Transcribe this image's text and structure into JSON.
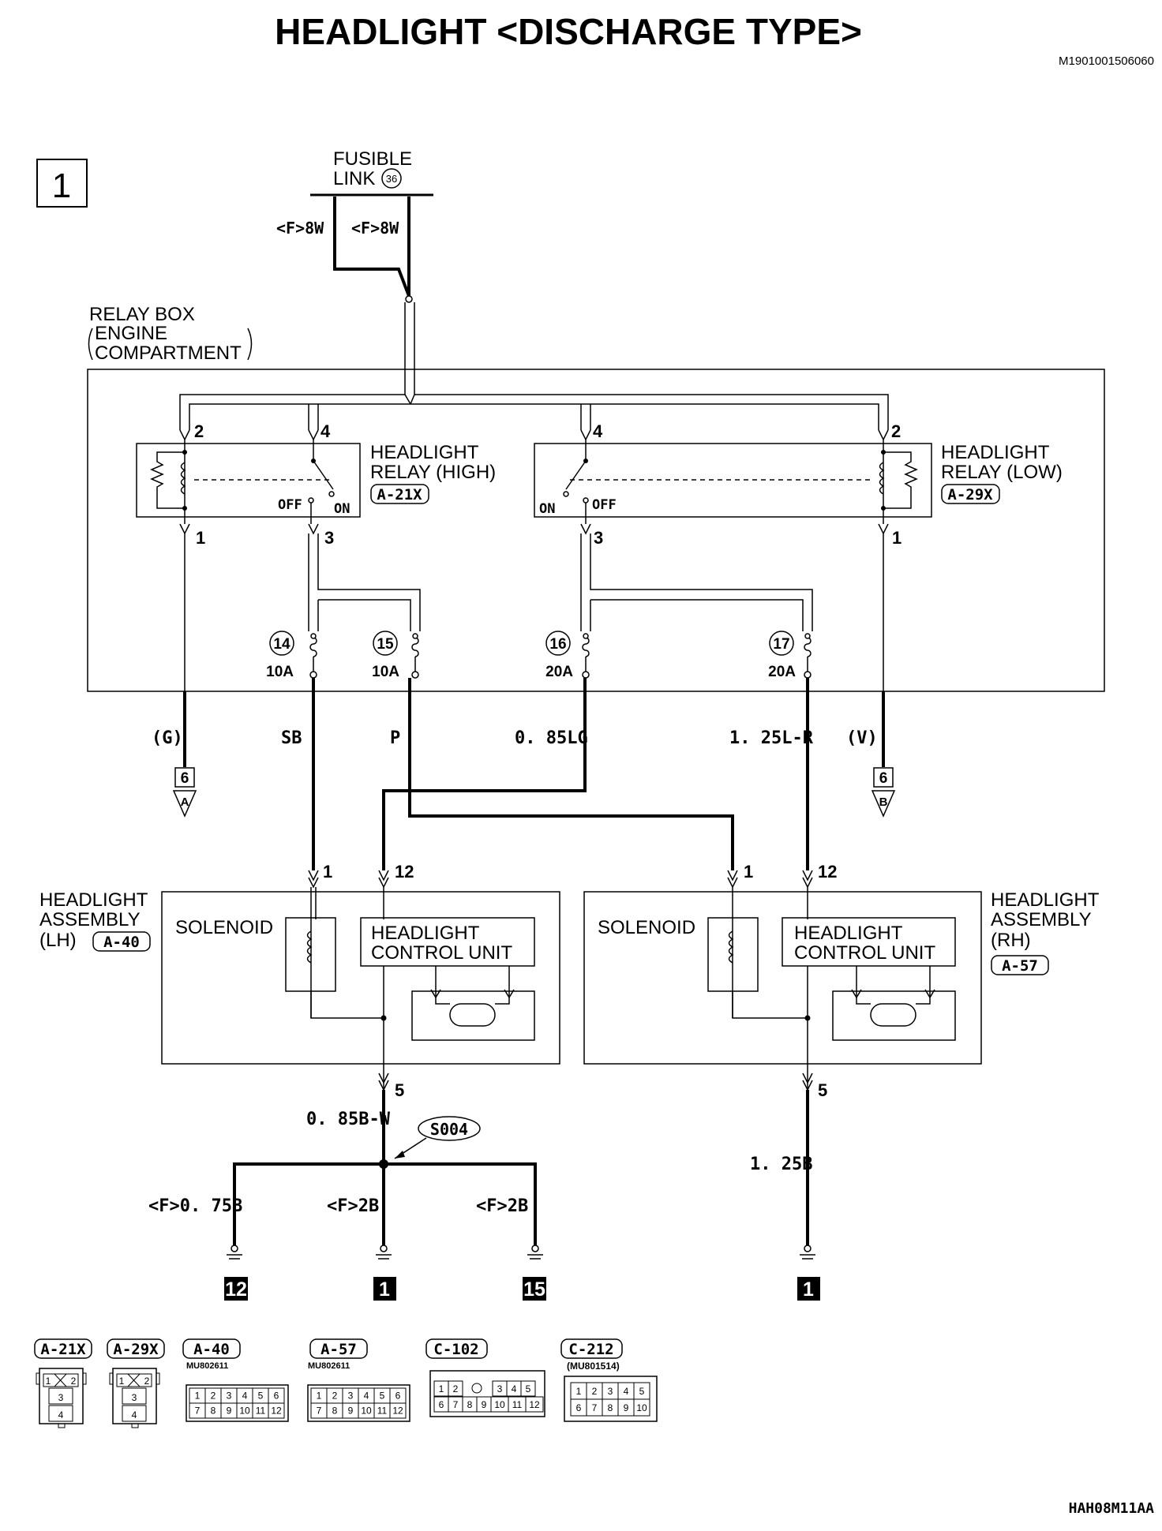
{
  "title": "HEADLIGHT <DISCHARGE TYPE>",
  "doc_id": "M1901001506060",
  "footer_code": "HAH08M11AA",
  "page_number": "1",
  "fusible_link": {
    "label_line1": "FUSIBLE",
    "label_line2": "LINK",
    "number": "36",
    "wire_left": "<F>8W",
    "wire_right": "<F>8W"
  },
  "relay_box": {
    "label_line1": "RELAY BOX",
    "label_line2": "ENGINE",
    "label_line3": "COMPARTMENT"
  },
  "relay_high": {
    "label_line1": "HEADLIGHT",
    "label_line2": "RELAY (HIGH)",
    "connector": "A-21X",
    "pin_2": "2",
    "pin_4": "4",
    "pin_1": "1",
    "pin_3": "3",
    "off": "OFF",
    "on": "ON"
  },
  "relay_low": {
    "label_line1": "HEADLIGHT",
    "label_line2": "RELAY (LOW)",
    "connector": "A-29X",
    "pin_2": "2",
    "pin_4": "4",
    "pin_1": "1",
    "pin_3": "3",
    "off": "OFF",
    "on": "ON"
  },
  "fuses": [
    {
      "number": "14",
      "rating": "10A"
    },
    {
      "number": "15",
      "rating": "10A"
    },
    {
      "number": "16",
      "rating": "20A"
    },
    {
      "number": "17",
      "rating": "20A"
    }
  ],
  "wires": {
    "g": "(G)",
    "sb": "SB",
    "p": "P",
    "lg": "0. 85LG",
    "lr": "1. 25L-R",
    "v": "(V)",
    "bw": "0. 85B-W",
    "b125": "1. 25B",
    "f075b": "<F>0. 75B",
    "f2b_1": "<F>2B",
    "f2b_2": "<F>2B"
  },
  "offpage": [
    {
      "num": "6",
      "letter": "A"
    },
    {
      "num": "6",
      "letter": "B"
    }
  ],
  "assembly_lh": {
    "label_line1": "HEADLIGHT",
    "label_line2": "ASSEMBLY",
    "label_line3": "(LH)",
    "connector": "A-40",
    "solenoid": "SOLENOID",
    "hcu_line1": "HEADLIGHT",
    "hcu_line2": "CONTROL UNIT",
    "pin_1": "1",
    "pin_12": "12",
    "pin_5": "5"
  },
  "assembly_rh": {
    "label_line1": "HEADLIGHT",
    "label_line2": "ASSEMBLY",
    "label_line3": "(RH)",
    "connector": "A-57",
    "solenoid": "SOLENOID",
    "hcu_line1": "HEADLIGHT",
    "hcu_line2": "CONTROL UNIT",
    "pin_1": "1",
    "pin_12": "12",
    "pin_5": "5"
  },
  "splice": "S004",
  "grounds": [
    "12",
    "1",
    "15",
    "1"
  ],
  "connectors": [
    {
      "id": "A-21X",
      "pins": [
        "1",
        "2",
        "3",
        "4"
      ]
    },
    {
      "id": "A-29X",
      "pins": [
        "1",
        "2",
        "3",
        "4"
      ]
    },
    {
      "id": "A-40",
      "part": "MU802611",
      "pins": [
        "1",
        "2",
        "3",
        "4",
        "5",
        "6",
        "7",
        "8",
        "9",
        "10",
        "11",
        "12"
      ]
    },
    {
      "id": "A-57",
      "part": "MU802611",
      "pins": [
        "1",
        "2",
        "3",
        "4",
        "5",
        "6",
        "7",
        "8",
        "9",
        "10",
        "11",
        "12"
      ]
    },
    {
      "id": "C-102",
      "pins": [
        "1",
        "2",
        "3",
        "4",
        "5",
        "6",
        "7",
        "8",
        "9",
        "10",
        "11",
        "12"
      ]
    },
    {
      "id": "C-212",
      "part": "(MU801514)",
      "pins": [
        "1",
        "2",
        "3",
        "4",
        "5",
        "6",
        "7",
        "8",
        "9",
        "10"
      ]
    }
  ]
}
